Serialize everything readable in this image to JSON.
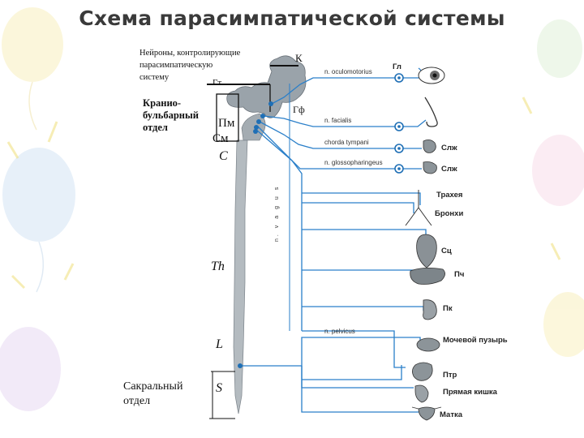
{
  "title": "Схема парасимпатической системы",
  "diagram": {
    "note_lines": [
      "Нейроны, контролирующие",
      "парасимпатическую",
      "систему"
    ],
    "section_cranio_lines": [
      "Кранио-",
      "бульбарный",
      "отдел"
    ],
    "section_sacral_lines": [
      "Сакральный",
      "отдел"
    ],
    "brain_labels": {
      "k": "К",
      "gt": "Гт",
      "pm": "Пм",
      "sm": "См",
      "gf": "Гф"
    },
    "segments": {
      "c": "C",
      "th": "Th",
      "l": "L",
      "s": "S"
    },
    "nerves": {
      "oculomotorius": "n. oculomotorius",
      "facialis": "n. facialis",
      "chorda": "chorda tympani",
      "glosso": "n. glossopharingeus",
      "vagus_vertical": "n. v a g u s",
      "pelvicus": "n. pelvicus"
    },
    "organs": {
      "gl": "Гл",
      "slzh1": "Слж",
      "slzh2": "Слж",
      "trachea": "Трахея",
      "bronchi": "Бронхи",
      "sc": "Сц",
      "pch": "Пч",
      "pk": "Пк",
      "bladder": "Мочевой пузырь",
      "ptr": "Птр",
      "rectum": "Прямая кишка",
      "uterus": "Матка"
    },
    "colors": {
      "nerve": "#2a7fc9",
      "ganglion": "#1f6fb5",
      "tissue": "#9aa3aa",
      "ink": "#111111"
    }
  }
}
